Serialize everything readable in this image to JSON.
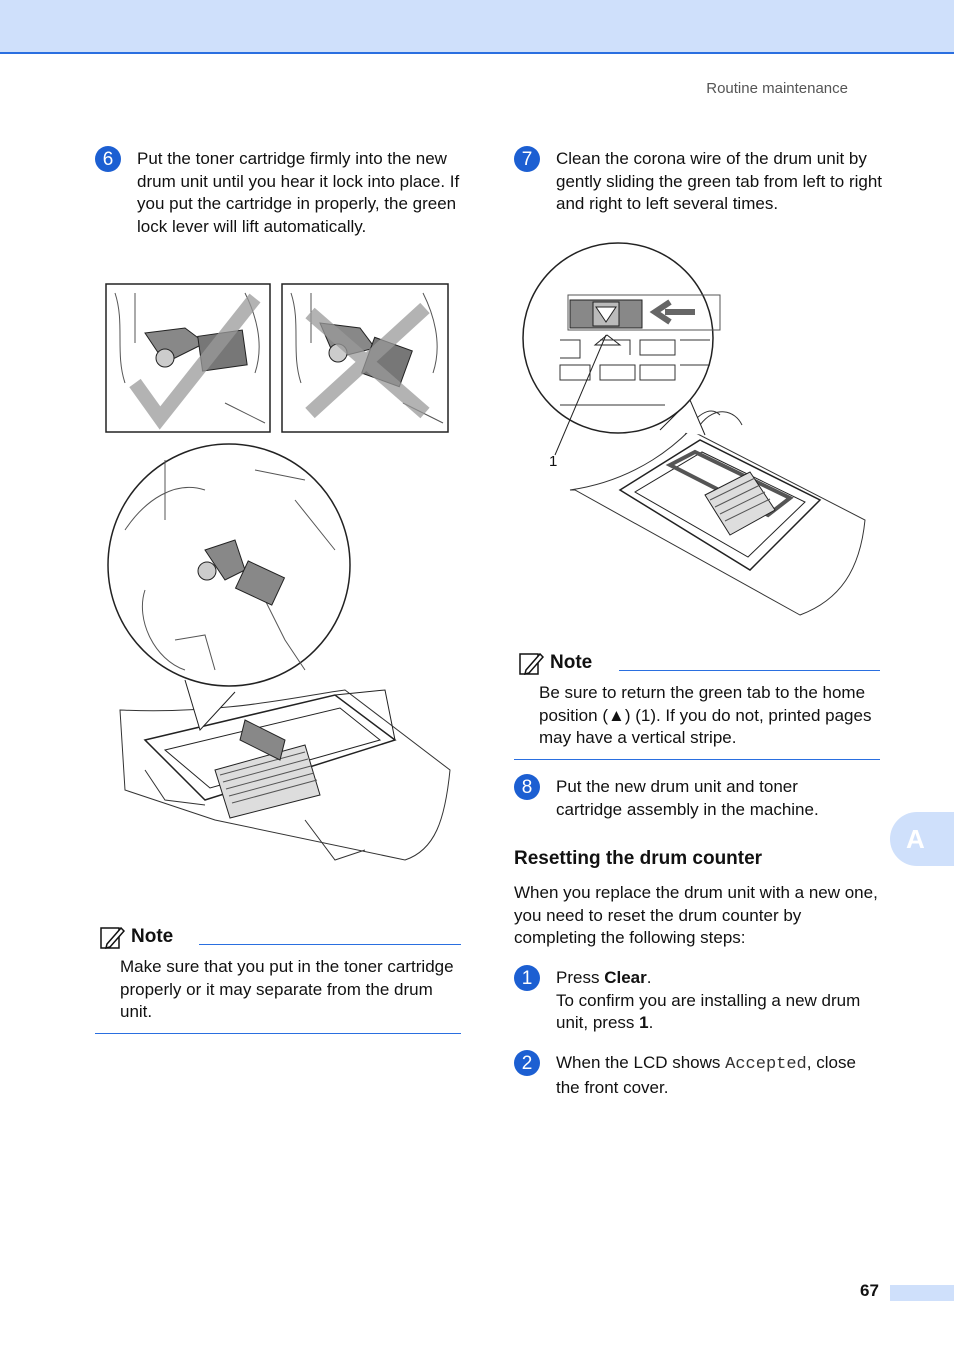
{
  "header": {
    "section_title": "Routine maintenance"
  },
  "steps_left": {
    "step6": {
      "number": "6",
      "text": "Put the toner cartridge firmly into the new drum unit until you hear it lock into place. If you put the cartridge in properly, the green lock lever will lift automatically."
    }
  },
  "note_left": {
    "label": "Note",
    "body": "Make sure that you put in the toner cartridge properly or it may separate from the drum unit."
  },
  "steps_right": {
    "step7": {
      "number": "7",
      "text": "Clean the corona wire of the drum unit by gently sliding the green tab from left to right and right to left several times."
    },
    "callout_label": "1",
    "step8": {
      "number": "8",
      "text": "Put the new drum unit and toner cartridge assembly in the machine."
    }
  },
  "note_right": {
    "label": "Note",
    "body_part1": "Be sure to return the green tab to the home position (",
    "body_symbol": "▲",
    "body_part2": ") (1). If you do not, printed pages may have a vertical stripe."
  },
  "reset_section": {
    "heading": "Resetting the drum counter",
    "intro": "When you replace the drum unit with a new one, you need to reset the drum counter by completing the following steps:",
    "step1": {
      "number": "1",
      "line1_prefix": "Press ",
      "line1_bold": "Clear",
      "line1_suffix": ".",
      "line2_prefix": "To confirm you are installing a new drum unit, press ",
      "line2_bold": "1",
      "line2_suffix": "."
    },
    "step2": {
      "number": "2",
      "prefix": "When the LCD shows ",
      "lcd_text": "Accepted",
      "suffix": ", close the front cover."
    }
  },
  "side_tab": {
    "letter": "A"
  },
  "footer": {
    "page_number": "67"
  },
  "colors": {
    "accent": "#1c5fd2",
    "rule": "#2a6fe0",
    "tab_bg": "#cfe0fb"
  }
}
